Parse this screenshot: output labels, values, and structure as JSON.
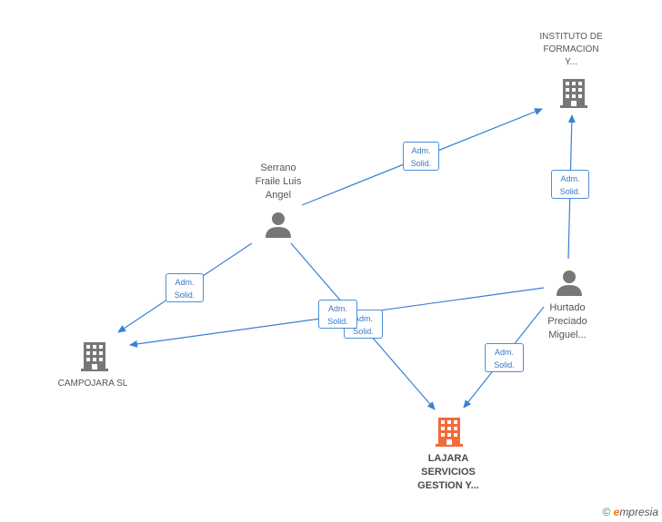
{
  "nodes": {
    "instituto": {
      "label": "INSTITUTO DE\nFORMACION\nY..."
    },
    "serrano": {
      "label": "Serrano\nFraile Luis\nAngel"
    },
    "hurtado": {
      "label": "Hurtado\nPreciado\nMiguel..."
    },
    "campojara": {
      "label": "CAMPOJARA SL"
    },
    "lajara": {
      "label": "LAJARA\nSERVICIOS\nGESTION Y..."
    }
  },
  "edges": [
    {
      "from": "serrano",
      "to": "instituto",
      "label_line1": "Adm.",
      "label_line2": "Solid."
    },
    {
      "from": "hurtado",
      "to": "instituto",
      "label_line1": "Adm.",
      "label_line2": "Solid."
    },
    {
      "from": "serrano",
      "to": "campojara",
      "label_line1": "Adm.",
      "label_line2": "Solid."
    },
    {
      "from": "hurtado",
      "to": "campojara",
      "label_line1": "Adm.",
      "label_line2": "Solid."
    },
    {
      "from": "serrano",
      "to": "lajara",
      "label_line1": "Adm.",
      "label_line2": "Solid."
    },
    {
      "from": "hurtado",
      "to": "lajara",
      "label_line1": "Adm.",
      "label_line2": "Solid."
    }
  ],
  "colors": {
    "edge": "#3a7fd5",
    "company": "#777777",
    "person": "#777777",
    "focus_company": "#f26b3a"
  },
  "footer": {
    "copyright": "©",
    "brand_initial": "e",
    "brand_rest": "mpresia"
  }
}
